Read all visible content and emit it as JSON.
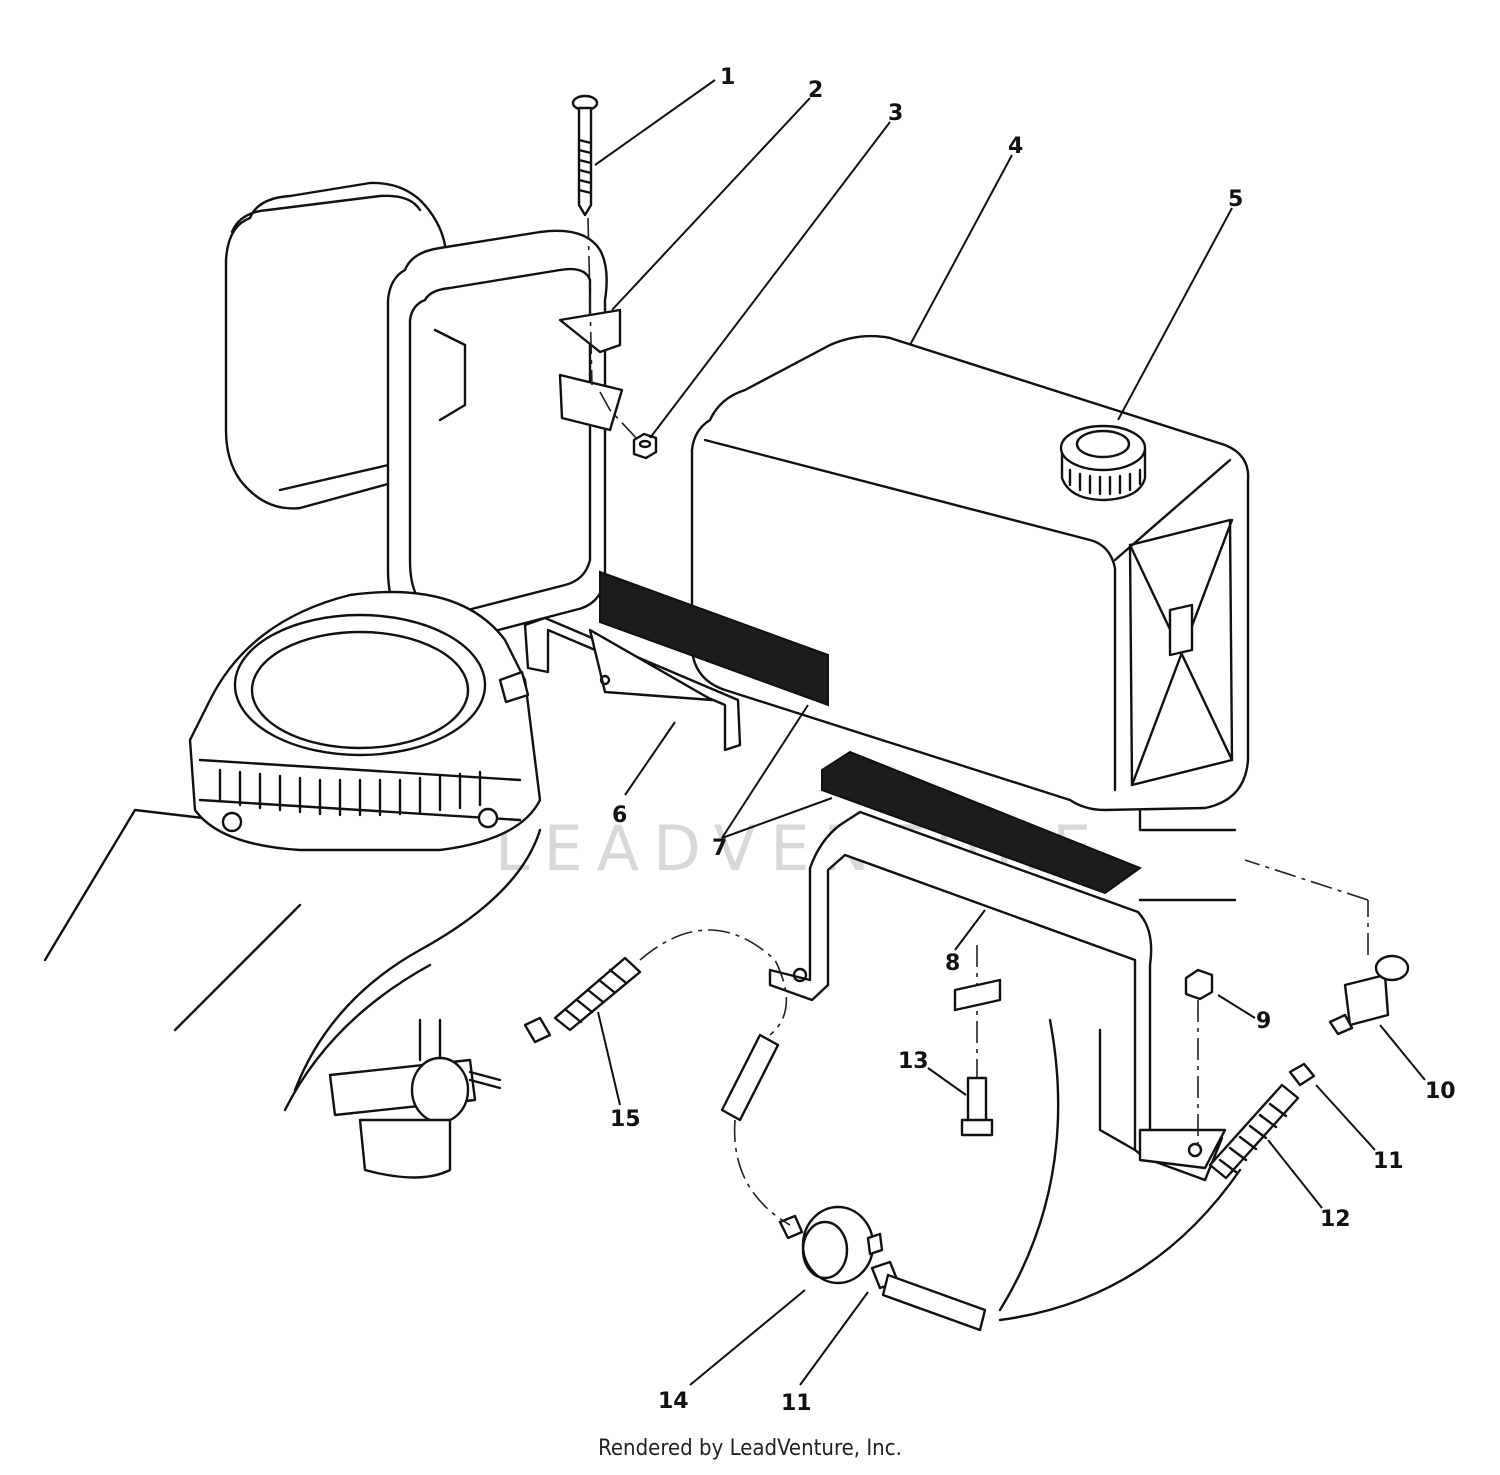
{
  "callouts": [
    {
      "label": "1"
    },
    {
      "label": "2"
    },
    {
      "label": "3"
    },
    {
      "label": "4"
    },
    {
      "label": "5"
    },
    {
      "label": "6"
    },
    {
      "label": "7"
    },
    {
      "label": "8"
    },
    {
      "label": "9"
    },
    {
      "label": "10"
    },
    {
      "label": "11"
    },
    {
      "label": "11"
    },
    {
      "label": "12"
    },
    {
      "label": "13"
    },
    {
      "label": "14"
    },
    {
      "label": "15"
    }
  ],
  "watermark": "LEADVENTURE",
  "credit": "Rendered by LeadVenture, Inc."
}
